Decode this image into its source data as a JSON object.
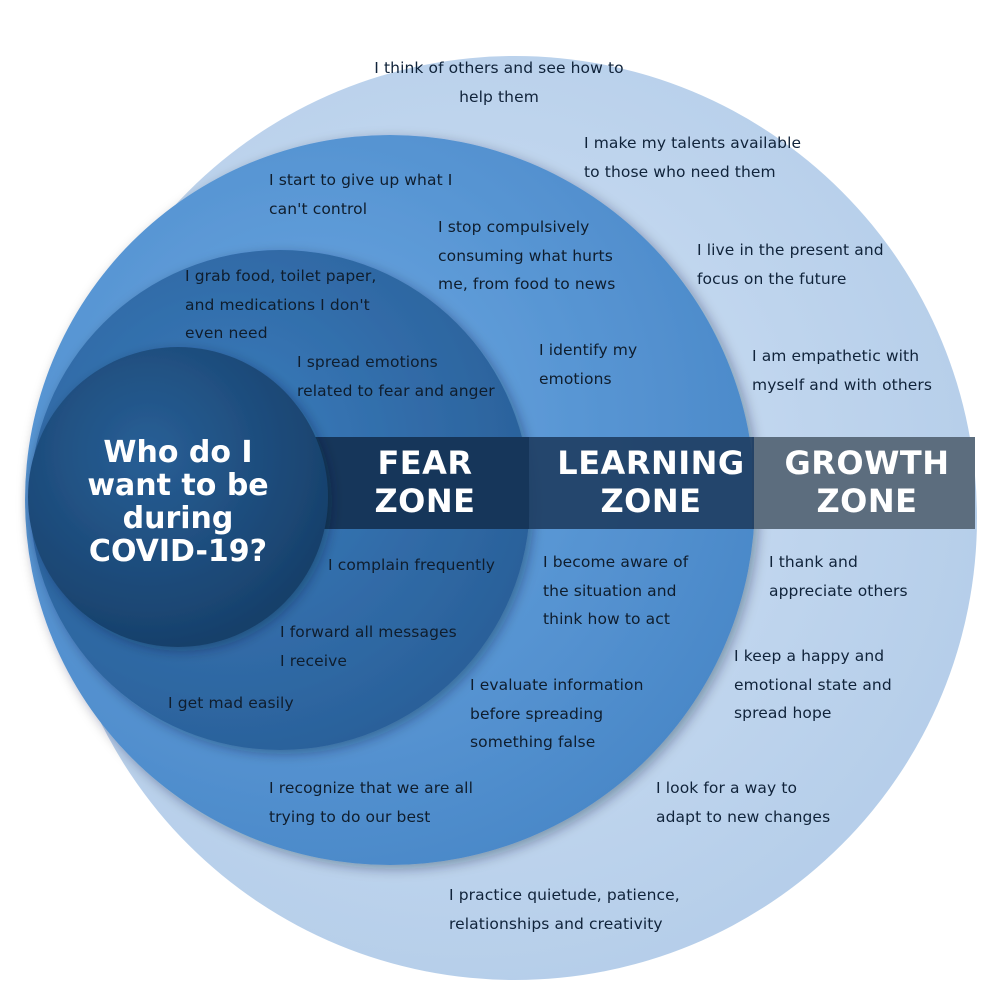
{
  "colors": {
    "growth": "#c3d7ef",
    "learning": "#5a9ad9",
    "fear": "#2f6fae",
    "center": "#1c4c7d",
    "band": "#16365a",
    "band_growth": "#5a6b7c"
  },
  "center": {
    "question": "Who do I\nwant to be\nduring\nCOVID-19?"
  },
  "zones": {
    "fear": "FEAR\nZONE",
    "learning": "LEARNING\nZONE",
    "growth": "GROWTH\nZONE"
  },
  "fear_items": {
    "f1": "I grab food, toilet paper,\nand medications I don't\neven need",
    "f2": "I spread emotions\nrelated to fear and anger",
    "f3": "I complain frequently",
    "f4": "I forward all messages\nI receive",
    "f5": "I get mad easily"
  },
  "learning_items": {
    "l1": "I start to give up what I\ncan't control",
    "l2": "I stop compulsively\nconsuming what hurts\nme, from food to news",
    "l3": "I identify my\nemotions",
    "l4": "I become aware of\nthe situation and\nthink how to act",
    "l5": "I evaluate information\nbefore spreading\nsomething false",
    "l6": "I recognize that we are all\ntrying to do our best"
  },
  "growth_items": {
    "g1": "I think of others and see how to\nhelp them",
    "g2": "I make my talents available\nto those who need them",
    "g3": "I live in the present and\nfocus on the future",
    "g4": "I am empathetic with\nmyself and with others",
    "g5": "I thank and\nappreciate others",
    "g6": "I keep a happy and\nemotional state and\nspread hope",
    "g7": "I look for a way to\nadapt to new changes",
    "g8": "I practice quietude, patience,\nrelationships and creativity"
  }
}
